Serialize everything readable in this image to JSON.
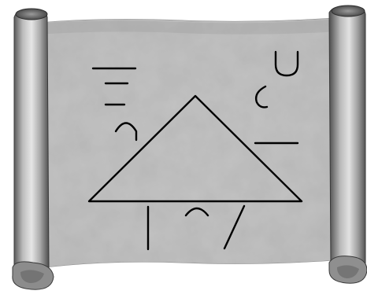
{
  "scroll": {
    "parchment_color": "#bdbdbd",
    "parchment_light": "#d4d4d4",
    "roller_light": "#d9d9d9",
    "roller_dark": "#6e6e6e",
    "ink_color": "#000000"
  },
  "puzzle": {
    "figure": "triangle",
    "glyphs": [
      "three-stacked-lines",
      "u-shape",
      "left-arc",
      "n-arc-left",
      "horizontal-line-right",
      "vertical-stroke",
      "n-arc-bottom",
      "slash-stroke"
    ]
  }
}
